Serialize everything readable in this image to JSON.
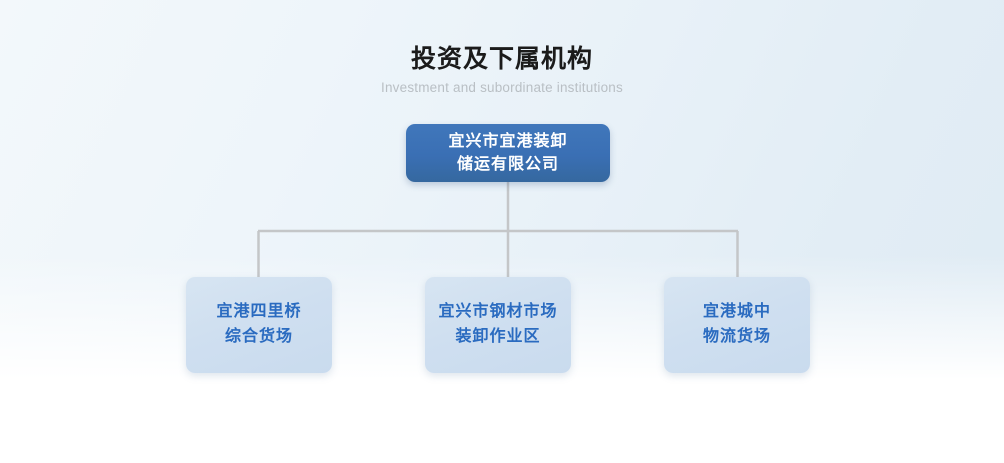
{
  "header": {
    "title": "投资及下属机构",
    "subtitle": "Investment and subordinate institutions"
  },
  "org_chart": {
    "root": {
      "name": "宜兴市宜港装卸储运有限公司",
      "lines": [
        "宜兴市宜港装卸",
        "储运有限公司"
      ],
      "background_color": "#3a6fb4",
      "text_color": "#ffffff"
    },
    "children": [
      {
        "name": "宜港四里桥综合货场",
        "lines": [
          "宜港四里桥",
          "综合货场"
        ],
        "background_color": "#cfdff0",
        "text_color": "#2a6bc0"
      },
      {
        "name": "宜兴市钢材市场装卸作业区",
        "lines": [
          "宜兴市钢材市场",
          "装卸作业区"
        ],
        "background_color": "#cfdff0",
        "text_color": "#2a6bc0"
      },
      {
        "name": "宜港城中物流货场",
        "lines": [
          "宜港城中",
          "物流货场"
        ],
        "background_color": "#cfdff0",
        "text_color": "#2a6bc0"
      }
    ],
    "connector_color": "#c4c6c8"
  }
}
